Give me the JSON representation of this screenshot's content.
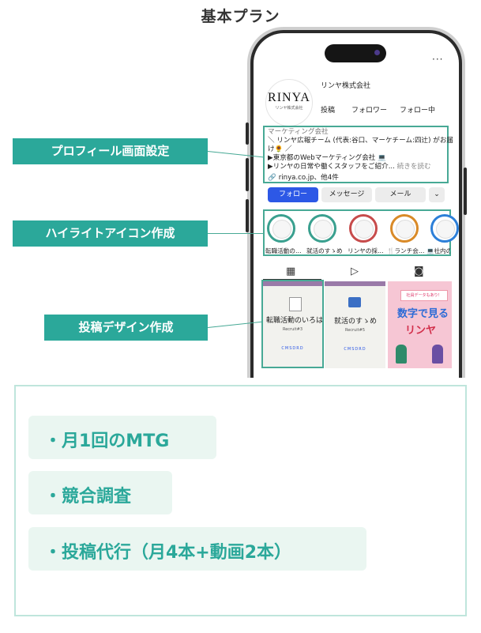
{
  "title": "基本プラン",
  "profile": {
    "avatar_main": "RINYA",
    "avatar_sub": "リンヤ株式会社",
    "company_name": "リンヤ株式会社",
    "stats": [
      "投稿",
      "フォロワー",
      "フォロー中"
    ],
    "bio_lines": [
      "マーケティング会社",
      "＼ リンヤ広報チーム (代表:谷口、マーケチーム:四辻) がお届",
      "け🌻 ／",
      "▶東京都のWebマーケティング会社 💻",
      "▶リンヤの日常や働くスタッフをご紹介..."
    ],
    "bio_more": " 続きを読む",
    "link": "rinya.co.jp、他4件",
    "buttons": {
      "follow": "フォロー",
      "message": "メッセージ",
      "mail": "メール",
      "expand": "⌄"
    }
  },
  "highlights": [
    {
      "label": "転職活動の…",
      "color": "#3aa08f"
    },
    {
      "label": "就活のすゝめ",
      "color": "#3aa08f"
    },
    {
      "label": "リンヤの採…",
      "color": "#c74b4b"
    },
    {
      "label": "🍴ランチ会…",
      "color": "#d98a28"
    },
    {
      "label": "💻社内の…",
      "color": "#2d7fd8"
    }
  ],
  "tabs": {
    "grid": "▦",
    "reels": "▷",
    "tagged": "◙"
  },
  "posts": [
    {
      "title": "転職活動のいろは",
      "sub": "Recruit#3",
      "logo": "CMSDRD"
    },
    {
      "title": "就活のすゝめ",
      "sub": "Recruit#5",
      "logo": "CMSDRD"
    },
    {
      "title": "数字で見る",
      "title2": "リンヤ",
      "sticker": "社員データもあり！"
    }
  ],
  "labels": {
    "profile": "プロフィール画面設定",
    "highlight": "ハイライトアイコン作成",
    "post": "投稿デザイン作成"
  },
  "plan_items": [
    "・月1回のMTG",
    "・競合調査",
    "・投稿代行（月4本+動画2本）"
  ],
  "colors": {
    "accent": "#2ba89a",
    "follow": "#2d58e6"
  }
}
